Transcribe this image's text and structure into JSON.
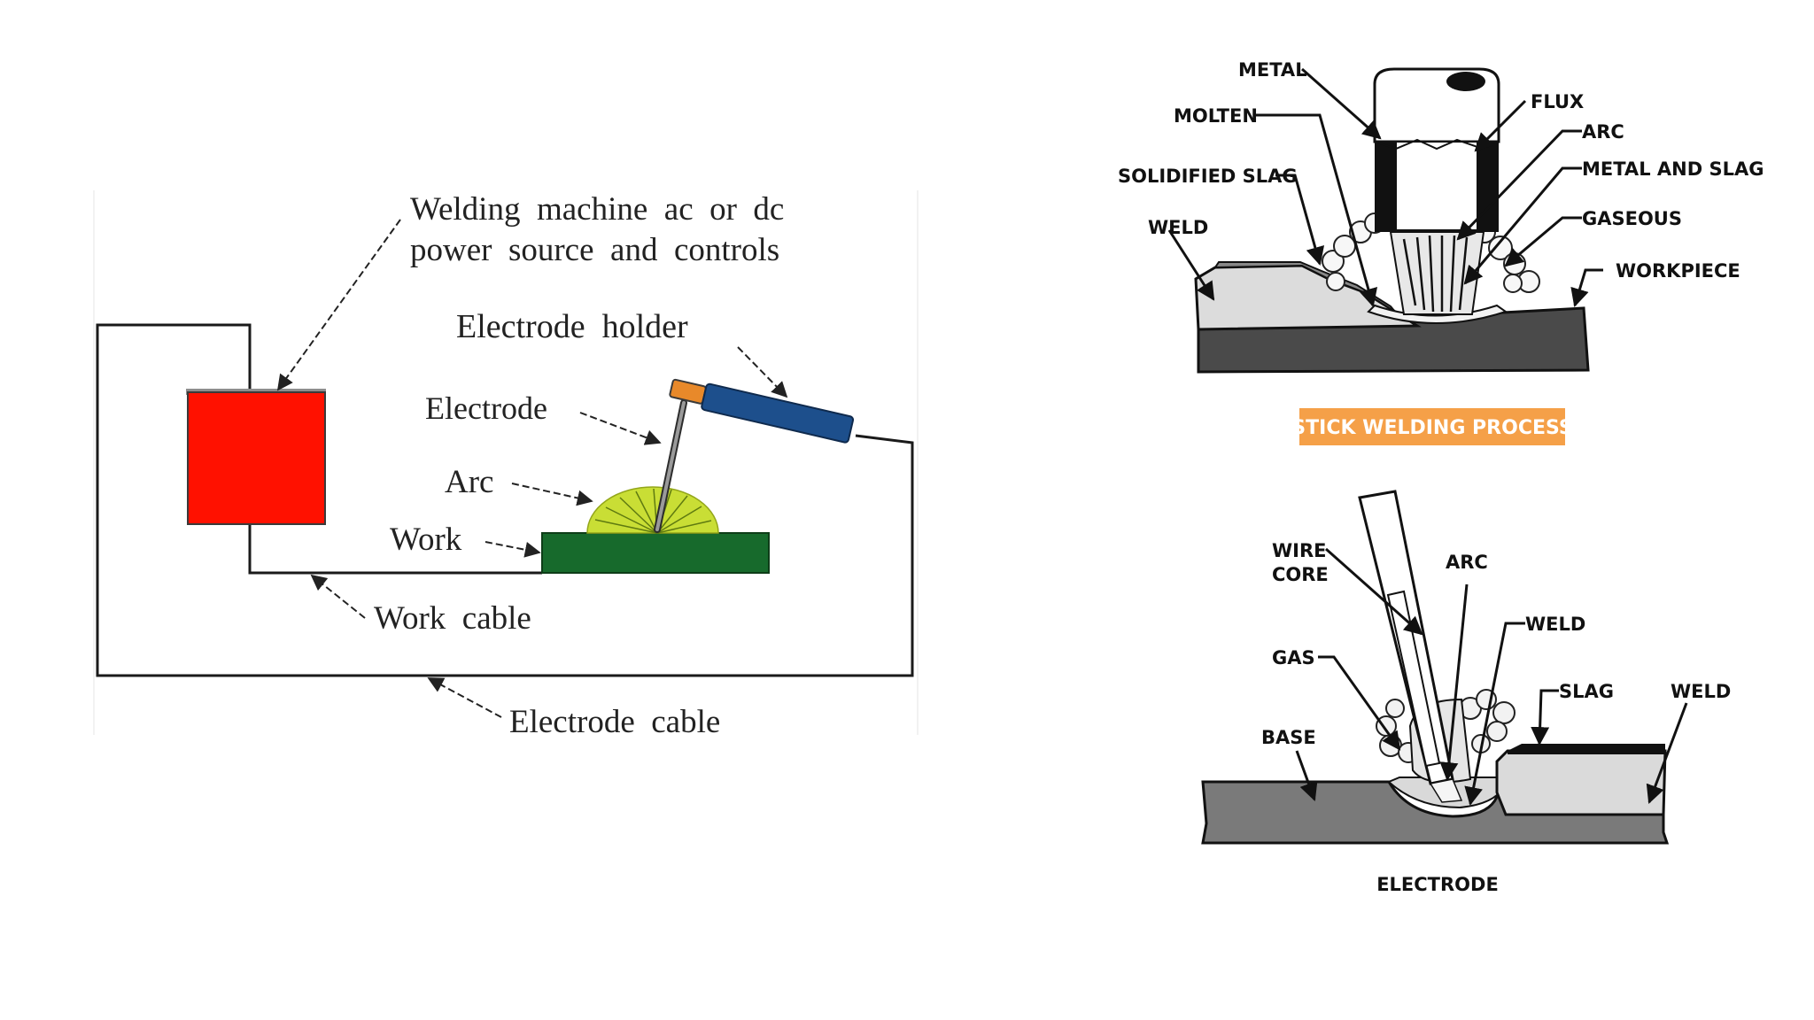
{
  "circuit": {
    "labels": {
      "machine_line1": "Welding  machine  ac  or  dc",
      "machine_line2": "power  source  and  controls",
      "holder": "Electrode  holder",
      "electrode": "Electrode",
      "arc": "Arc",
      "work": "Work",
      "work_cable": "Work  cable",
      "electrode_cable": "Electrode  cable"
    },
    "colors": {
      "machine": "#ff1100",
      "work": "#176a2c",
      "holder": "#1d4f8c",
      "holder_tip": "#e8892a",
      "arc": "#c9de35"
    }
  },
  "stick": {
    "labels": {
      "metal": "METAL",
      "molten": "MOLTEN",
      "solidified_slag": "SOLIDIFIED SLAG",
      "weld": "WELD",
      "flux": "FLUX",
      "arc": "ARC",
      "metal_and_slag": "METAL AND SLAG",
      "gaseous": "GASEOUS",
      "workpiece": "WORKPIECE"
    },
    "badge": "STICK WELDING PROCESS",
    "badge_color": "#f5a048"
  },
  "flux_core": {
    "labels": {
      "wire": "WIRE",
      "core": "CORE",
      "arc": "ARC",
      "weld_top": "WELD",
      "gas": "GAS",
      "slag": "SLAG",
      "weld_right": "WELD",
      "base": "BASE",
      "electrode": "ELECTRODE"
    }
  }
}
